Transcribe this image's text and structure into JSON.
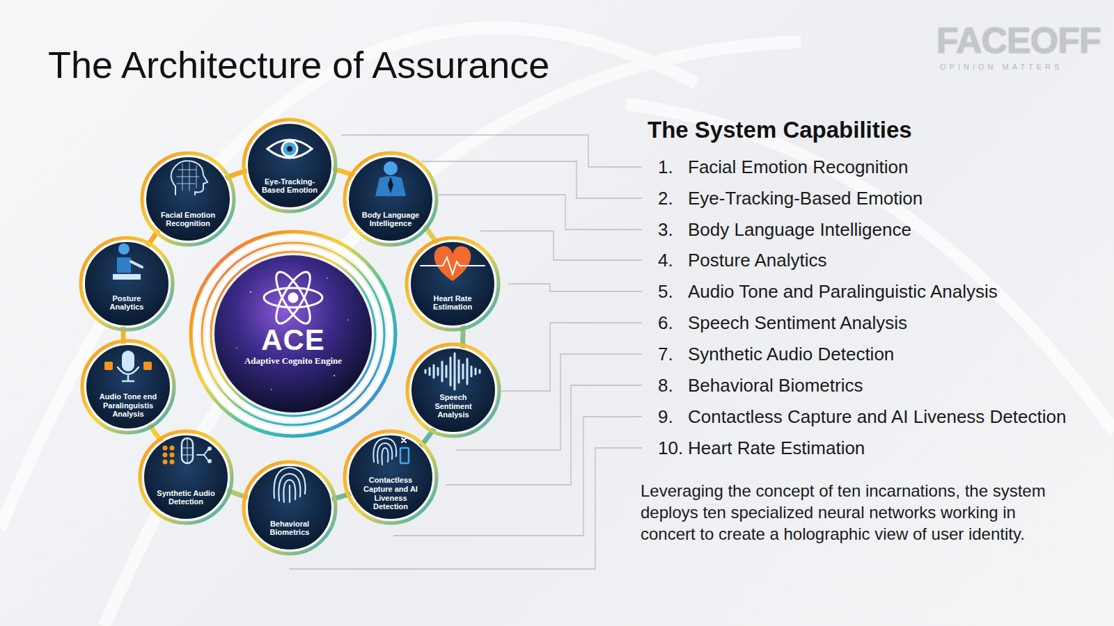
{
  "diagram": {
    "title": "The Architecture of Assurance",
    "nodes": [
      {
        "text": [
          "Eye-Tracking-Based Emotion"
        ]
      },
      {
        "text": [
          "Facial Emotion Recognition"
        ]
      },
      {
        "text": [
          "Body Language Intelligence"
        ]
      },
      {
        "text": [
          "Posture Analytics"
        ]
      },
      {
        "text": [
          "Heart Rate Estimation"
        ]
      },
      {
        "text": [
          "Audio Tone end Paralinguistis Analysis"
        ]
      },
      {
        "text": [
          "Speech Sentiment Analysis"
        ]
      },
      {
        "text": [
          "Synthetic Audio Detection"
        ]
      },
      {
        "text": [
          "Contactless Capture and AI Liveness Detection"
        ]
      },
      {
        "text": [
          "Behavioral Biometrics"
        ]
      },
      {
        "text": [
          "ACE",
          "Adaptive Cognito Engine"
        ]
      }
    ],
    "labels": [
      "FACEOFF",
      "OPINION MATTERS",
      "The System Capabilities",
      "1.",
      "Facial Emotion Recognition",
      "2.",
      "Eye-Tracking-Based Emotion",
      "3.",
      "Body Language Intelligence",
      "4.",
      "Posture Analytics",
      "5.",
      "Audio Tone and Paralinguistic Analysis",
      "6.",
      "Speech Sentiment Analysis",
      "7.",
      "Synthetic Audio Detection",
      "8.",
      "Behavioral Biometrics",
      "9.",
      "Contactless Capture and AI Liveness Detection",
      "10.",
      "Heart Rate Estimation",
      "Leveraging the concept of ten incarnations, the system deploys ten specialized neural networks working in concert to create a holographic view of user identity."
    ]
  }
}
